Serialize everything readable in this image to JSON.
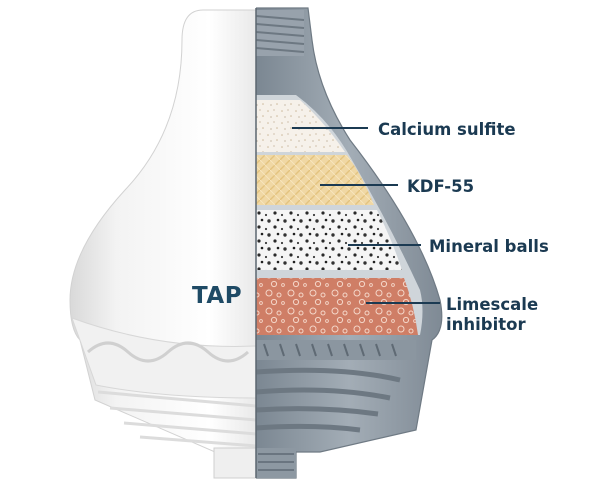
{
  "brand": {
    "text": "TAP"
  },
  "layers": [
    {
      "key": "calcium_sulfite",
      "label": "Calcium sulfite",
      "color": "#f3ede6"
    },
    {
      "key": "kdf55",
      "label": "KDF-55",
      "color": "#efd7a2"
    },
    {
      "key": "mineral_balls",
      "label": "Mineral balls",
      "color": "#f4f4f4"
    },
    {
      "key": "limescale_inhibitor",
      "label_lines": [
        "Limescale",
        "inhibitor"
      ],
      "color": "#cf7f67"
    }
  ],
  "colors": {
    "label_text": "#1b3a52",
    "housing_gray": "#8f9aa5",
    "shell_white": "#f6f6f6"
  }
}
